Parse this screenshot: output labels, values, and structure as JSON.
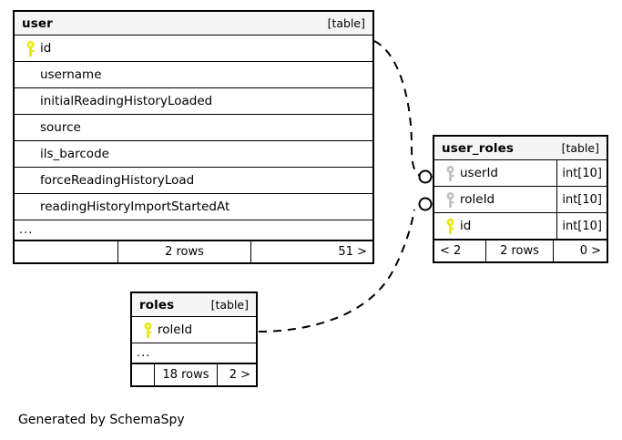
{
  "diagram": {
    "generator_caption": "Generated by SchemaSpy",
    "table_tag": "[table]",
    "ellipsis": "...",
    "colors": {
      "primary_key": "#e8e80f",
      "foreign_key": "#c0c0c0",
      "border": "#000000",
      "header_bg": "#f5f5f5",
      "background": "#ffffff"
    }
  },
  "tables": {
    "user": {
      "name": "user",
      "tag": "[table]",
      "columns": [
        {
          "name": "id",
          "key": "primary-key-icon",
          "type": ""
        },
        {
          "name": "username",
          "key": "none",
          "type": ""
        },
        {
          "name": "initialReadingHistoryLoaded",
          "key": "none",
          "type": ""
        },
        {
          "name": "source",
          "key": "none",
          "type": ""
        },
        {
          "name": "ils_barcode",
          "key": "none",
          "type": ""
        },
        {
          "name": "forceReadingHistoryLoad",
          "key": "none",
          "type": ""
        },
        {
          "name": "readingHistoryImportStartedAt",
          "key": "none",
          "type": ""
        }
      ],
      "more_indicator": "...",
      "footer": {
        "parents": "",
        "rows": "2 rows",
        "children": "51 >"
      }
    },
    "user_roles": {
      "name": "user_roles",
      "tag": "[table]",
      "columns": [
        {
          "name": "userId",
          "key": "foreign-key-icon",
          "type": "int[10]"
        },
        {
          "name": "roleId",
          "key": "foreign-key-icon",
          "type": "int[10]"
        },
        {
          "name": "id",
          "key": "primary-key-icon",
          "type": "int[10]"
        }
      ],
      "footer": {
        "parents": "< 2",
        "rows": "2 rows",
        "children": "0 >"
      }
    },
    "roles": {
      "name": "roles",
      "tag": "[table]",
      "columns": [
        {
          "name": "roleId",
          "key": "primary-key-icon",
          "type": ""
        }
      ],
      "more_indicator": "...",
      "footer": {
        "parents": "",
        "rows": "18 rows",
        "children": "2 >"
      }
    }
  },
  "relationships": [
    {
      "from": "user.id",
      "to": "user_roles.userId",
      "style": "dashed",
      "source_cardinality": "zero-or-one",
      "target_cardinality": "many"
    },
    {
      "from": "roles.roleId",
      "to": "user_roles.roleId",
      "style": "dashed",
      "source_cardinality": "zero-or-one",
      "target_cardinality": "many"
    }
  ]
}
